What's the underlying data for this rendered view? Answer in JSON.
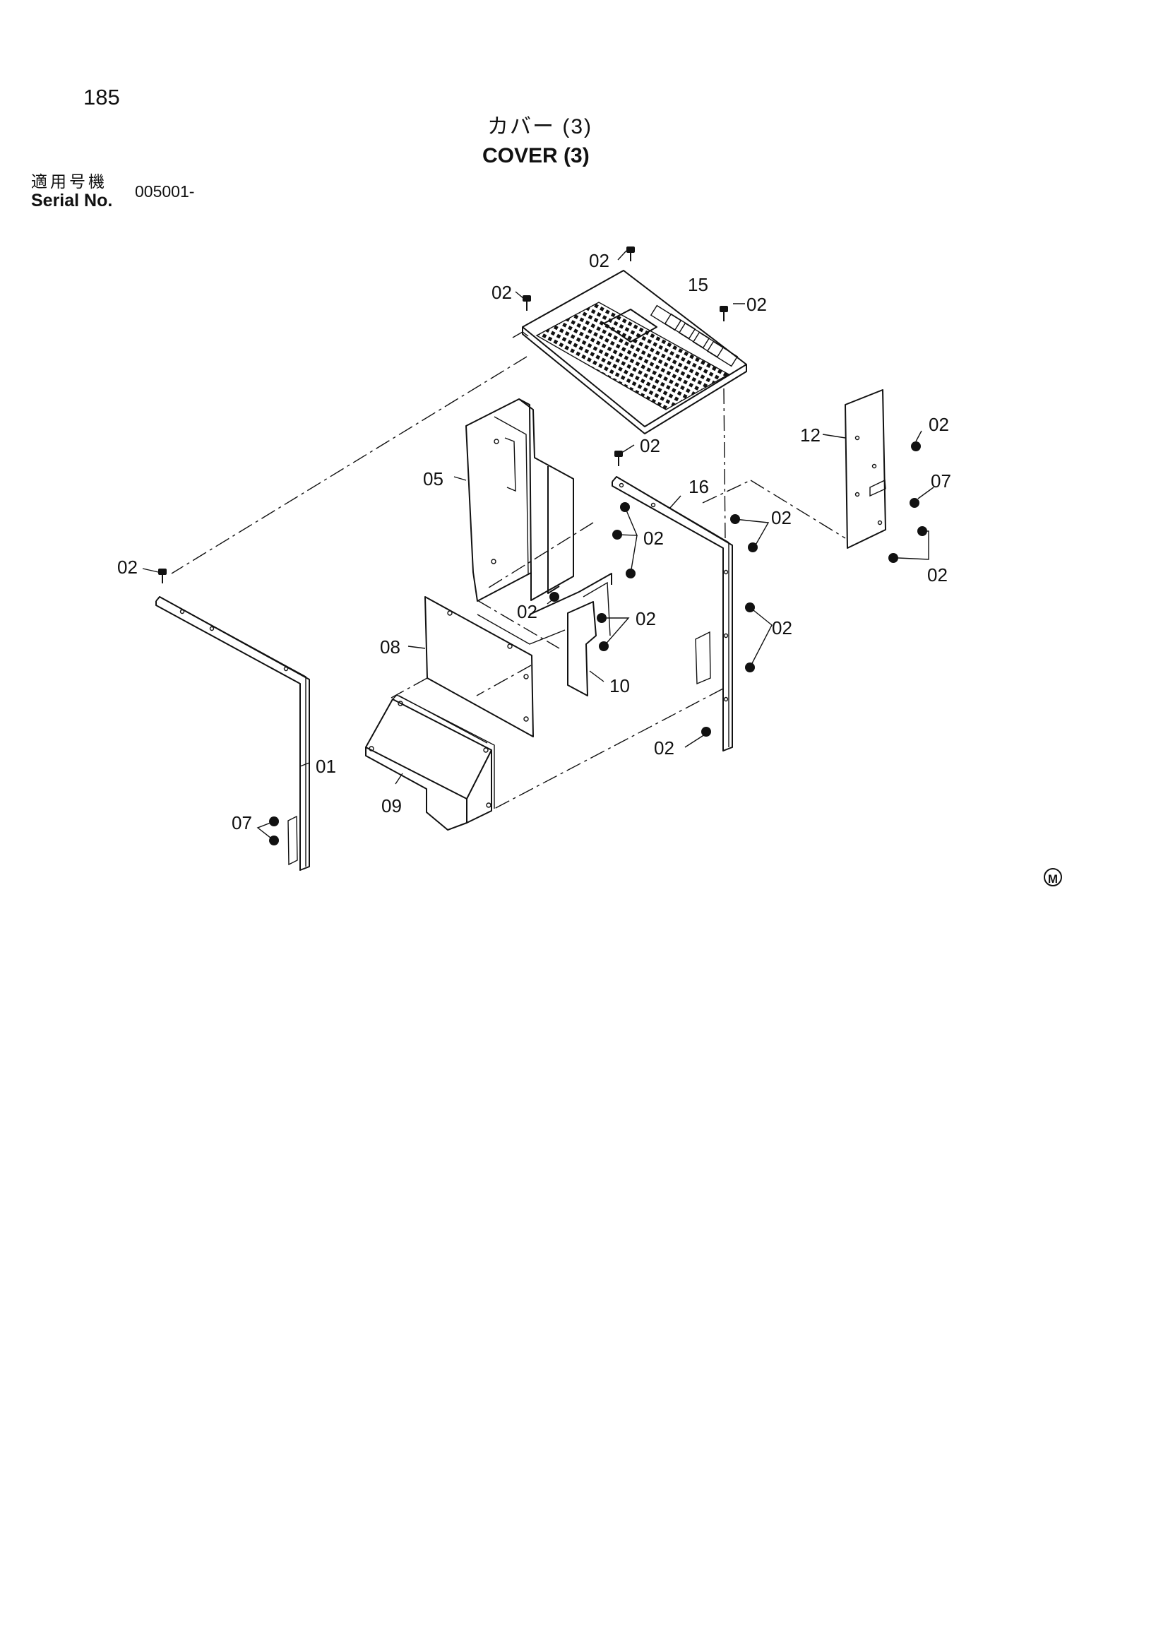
{
  "header": {
    "page_number": "185",
    "title_jp": "カバー (3)",
    "title_en": "COVER (3)",
    "serial_label_jp": "適用号機",
    "serial_label_en": "Serial No.",
    "serial_value": "005001-"
  },
  "callouts": {
    "top_bolt": "02",
    "top_left_bolt": "02",
    "cover_15": "15",
    "top_right_bolt": "02",
    "plate_12": "12",
    "plate_12_bolt": "02",
    "plate_12_nut": "07",
    "plate_12_lower_bolts": "02",
    "frame_16_bolt": "02",
    "frame_16": "16",
    "frame_16_bolts": "02",
    "bracket_05": "05",
    "bracket_center_bolts": "02",
    "left_frame_bolt": "02",
    "bracket_lower_bolt": "02",
    "plate_10_bolts": "02",
    "panel_08": "08",
    "plate_10": "10",
    "frame_16_side_bolts": "02",
    "frame_16_bottom_bolt": "02",
    "frame_01": "01",
    "duct_09": "09",
    "frame_01_nuts": "07"
  },
  "marks": {
    "m_symbol": "M"
  }
}
